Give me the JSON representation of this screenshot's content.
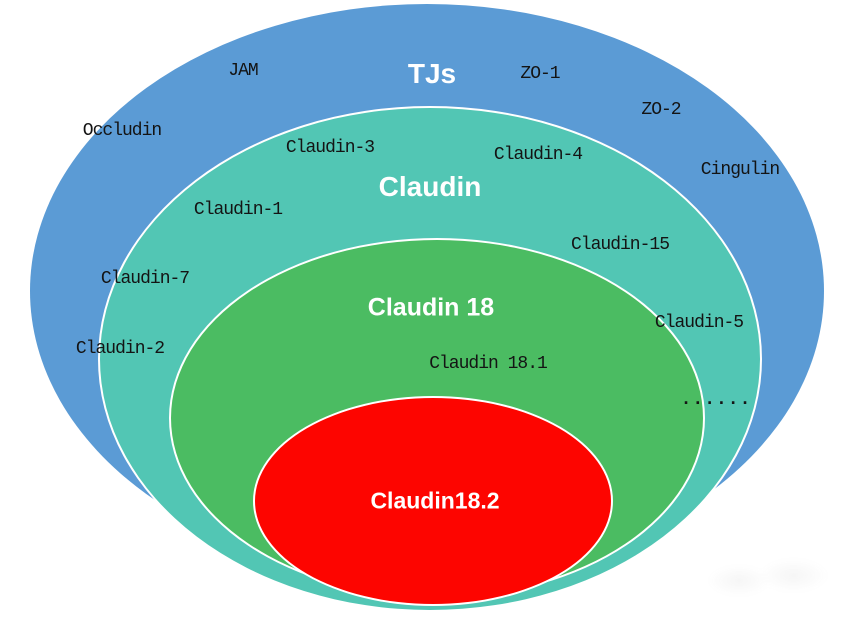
{
  "figure": {
    "type": "nested-ellipse-diagram",
    "background_color": "#ffffff",
    "outline_color": "#ffffff",
    "text_color": "#141414",
    "title_text_color": "#ffffff",
    "rings": [
      {
        "label": "TJs",
        "color": "#5B9BD5",
        "members": [
          "JAM",
          "ZO-1",
          "ZO-2",
          "Occludin",
          "Cingulin"
        ]
      },
      {
        "label": "Claudin",
        "color": "#52C6B4",
        "members": [
          "Claudin-3",
          "Claudin-4",
          "Claudin-1",
          "Claudin-15",
          "Claudin-7",
          "Claudin-5",
          "Claudin-2",
          "......"
        ]
      },
      {
        "label": "Claudin 18",
        "color": "#4BBC62",
        "members": [
          "Claudin 18.1"
        ]
      },
      {
        "label": "Claudin18.2",
        "color": "#FD0500",
        "members": []
      }
    ]
  }
}
